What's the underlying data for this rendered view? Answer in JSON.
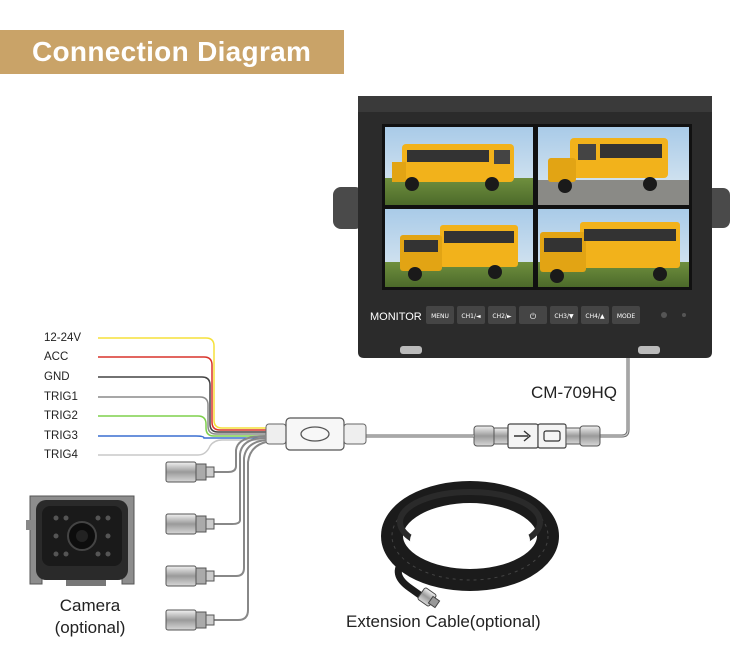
{
  "header": {
    "title": "Connection Diagram"
  },
  "wires": [
    {
      "label": "12-24V",
      "color": "#f5e13a"
    },
    {
      "label": "ACC",
      "color": "#d9342b"
    },
    {
      "label": "GND",
      "color": "#444444"
    },
    {
      "label": "TRIG1",
      "color": "#8a8a8a"
    },
    {
      "label": "TRIG2",
      "color": "#7ed04b"
    },
    {
      "label": "TRIG3",
      "color": "#3a6fd1"
    },
    {
      "label": "TRIG4",
      "color": "#c8c8c8"
    }
  ],
  "monitor": {
    "brand": "MONITOR",
    "model": "CM-709HQ",
    "buttons": [
      "MENU",
      "CH1/◄",
      "CH2/►",
      "⏻",
      "CH3/▼",
      "CH4/▲",
      "MODE"
    ]
  },
  "camera": {
    "label_line1": "Camera",
    "label_line2": "(optional)"
  },
  "extension_cable": {
    "label": "Extension Cable(optional)"
  },
  "colors": {
    "header_bg": "#c9a368",
    "bus_yellow": "#f2b21b",
    "sky": "#b9d6ee"
  }
}
